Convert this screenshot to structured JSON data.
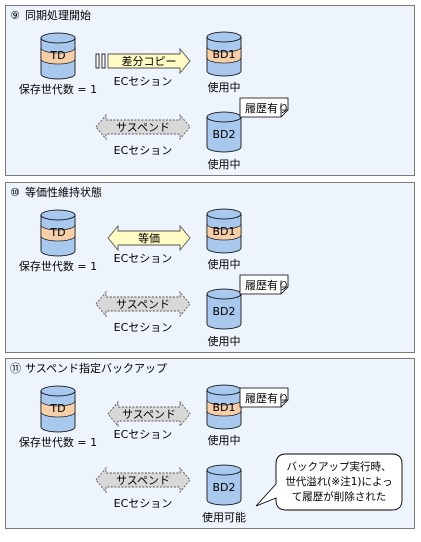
{
  "colors": {
    "panel_bg": "#eef4fb",
    "panel_border": "#7a7a7a",
    "disk_blue": "#a9c8ee",
    "disk_peach": "#f6cfa8",
    "arrow_yellow": "#fffbc2",
    "arrow_gray": "#d8d8d8",
    "callout_fill": "#ffffff"
  },
  "panels": [
    {
      "number": "⑨",
      "title": "同期処理開始",
      "td": {
        "label": "TD",
        "caption": "保存世代数 = 1"
      },
      "arrow1": {
        "style": "yellow-right",
        "label": "差分コピー",
        "caption": "ECセション"
      },
      "arrow2": {
        "style": "gray-both",
        "label": "サスペンド",
        "caption": "ECセション"
      },
      "bd1": {
        "label": "BD1",
        "band": true,
        "caption": "使用中"
      },
      "bd2": {
        "label": "BD2",
        "band": false,
        "caption": "使用中",
        "note": "履歴有り"
      }
    },
    {
      "number": "⑩",
      "title": "等価性維持状態",
      "td": {
        "label": "TD",
        "caption": "保存世代数 = 1"
      },
      "arrow1": {
        "style": "yellow-both",
        "label": "等価",
        "caption": "ECセション"
      },
      "arrow2": {
        "style": "gray-both",
        "label": "サスペンド",
        "caption": "ECセション"
      },
      "bd1": {
        "label": "BD1",
        "band": true,
        "caption": "使用中"
      },
      "bd2": {
        "label": "BD2",
        "band": false,
        "caption": "使用中",
        "note": "履歴有り"
      }
    },
    {
      "number": "⑪",
      "title": "サスペンド指定バックアップ",
      "td": {
        "label": "TD",
        "caption": "保存世代数 = 1"
      },
      "arrow1": {
        "style": "gray-both",
        "label": "サスペンド",
        "caption": "ECセション"
      },
      "arrow2": {
        "style": "gray-both",
        "label": "サスペンド",
        "caption": "ECセション"
      },
      "bd1": {
        "label": "BD1",
        "band": true,
        "caption": "使用中",
        "note": "履歴有り"
      },
      "bd2": {
        "label": "BD2",
        "band": false,
        "caption": "使用可能"
      },
      "callout": [
        "バックアップ実行時、",
        "世代溢れ(※注1)によっ",
        "て履歴が削除された"
      ]
    }
  ]
}
